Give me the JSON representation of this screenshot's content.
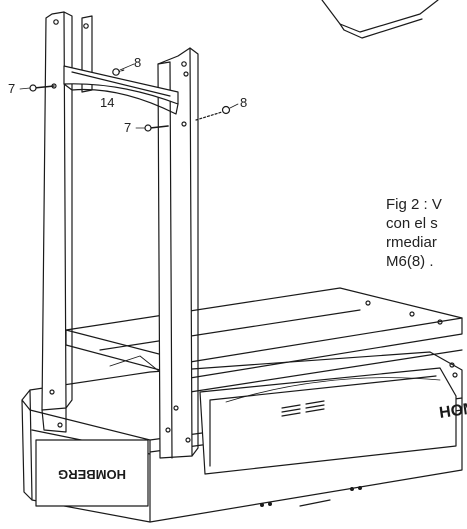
{
  "figure": {
    "callouts": [
      "7",
      "8",
      "14",
      "7",
      "8"
    ],
    "caption_lines": [
      "Fig 2 : V",
      "con el s",
      "rmediar",
      "M6(8) ."
    ],
    "brand_text_left": "HOMBERG",
    "brand_text_right": "HOM",
    "colors": {
      "line": "#1a1a1a",
      "fill": "#ffffff",
      "shade": "#e8e8e8"
    }
  }
}
